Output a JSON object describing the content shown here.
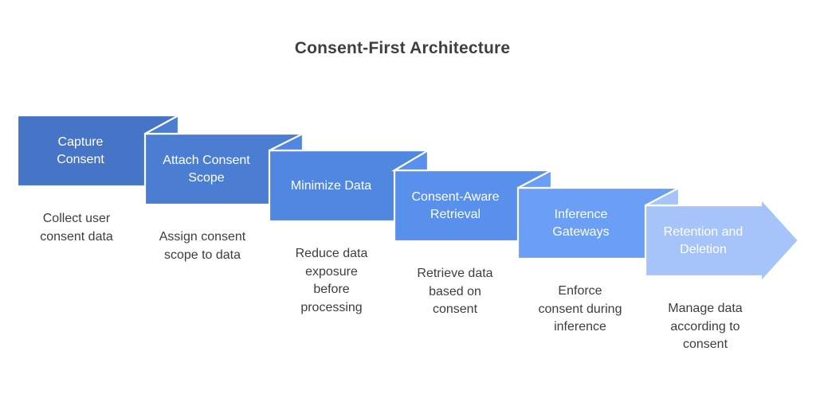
{
  "title": "Consent-First Architecture",
  "colors": {
    "stroke": "#ffffff",
    "title_text": "#3f3f3f",
    "caption_text": "#3d3d3d",
    "label_text": "#ffffff"
  },
  "steps": [
    {
      "label": "Capture\nConsent",
      "caption": "Collect user\nconsent data",
      "color": "#4675c8"
    },
    {
      "label": "Attach Consent\nScope",
      "caption": "Assign consent\nscope to data",
      "color": "#4b7ed3"
    },
    {
      "label": "Minimize Data",
      "caption": "Reduce data\nexposure\nbefore\nprocessing",
      "color": "#4f87e1"
    },
    {
      "label": "Consent-Aware\nRetrieval",
      "caption": "Retrieve data\nbased on\nconsent",
      "color": "#5890ec"
    },
    {
      "label": "Inference\nGateways",
      "caption": "Enforce\nconsent during\ninference",
      "color": "#6b9ff5"
    },
    {
      "label": "Retention and\nDeletion",
      "caption": "Manage data\naccording to\nconsent",
      "color": "#a6c4f9"
    }
  ]
}
